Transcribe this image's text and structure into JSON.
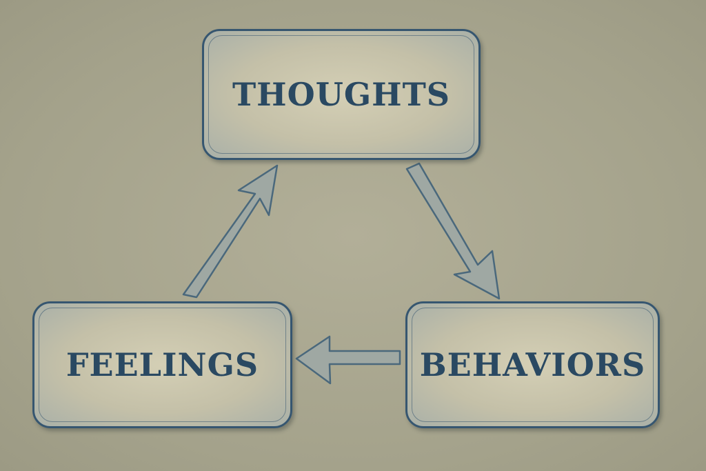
{
  "nodes": {
    "thoughts": "THOUGHTS",
    "feelings": "FEELINGS",
    "behaviors": "BEHAVIORS"
  },
  "edges": [
    {
      "from": "FEELINGS",
      "to": "THOUGHTS"
    },
    {
      "from": "THOUGHTS",
      "to": "BEHAVIORS"
    },
    {
      "from": "BEHAVIORS",
      "to": "FEELINGS"
    }
  ],
  "colors": {
    "text": "#2a4962",
    "border": "#365670",
    "arrow": "#9fa8a3",
    "background": "#a7a58e"
  }
}
